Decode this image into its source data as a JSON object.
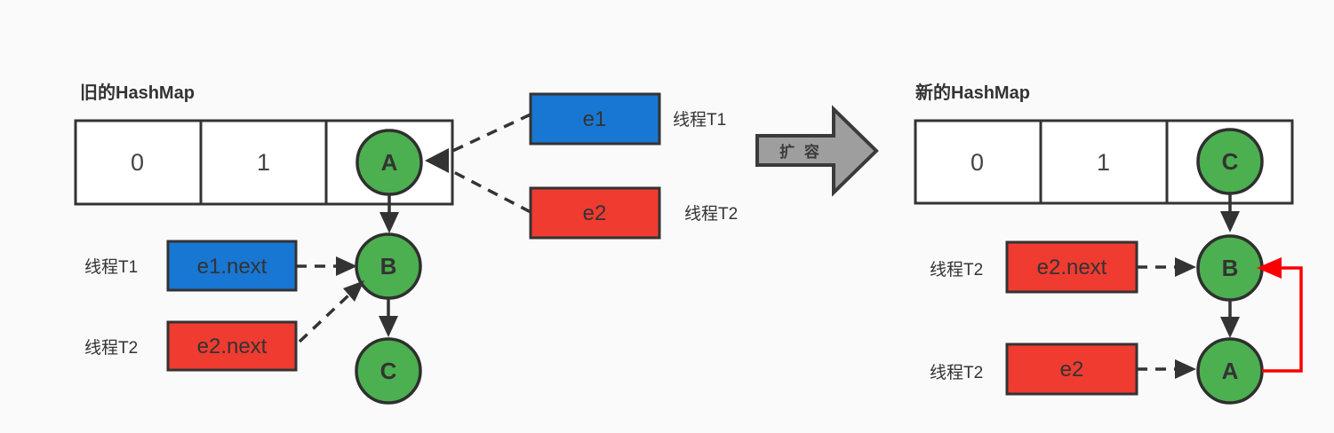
{
  "colors": {
    "background": "#fafafa",
    "node_green": "#4caf50",
    "pointer_blue": "#1877d2",
    "pointer_red": "#f03b30",
    "resize_gray": "#9e9e9e",
    "loop_red": "#fb0000",
    "stroke_dark": "#333333"
  },
  "old_map": {
    "title": "旧的HashMap",
    "cells": [
      "0",
      "1"
    ],
    "nodes": {
      "a": "A",
      "b": "B",
      "c": "C"
    },
    "e1": {
      "label": "e1",
      "thread": "线程T1"
    },
    "e2": {
      "label": "e2",
      "thread": "线程T2"
    },
    "e1_next": {
      "label": "e1.next",
      "thread": "线程T1"
    },
    "e2_next": {
      "label": "e2.next",
      "thread": "线程T2"
    }
  },
  "resize": {
    "label": "扩 容"
  },
  "new_map": {
    "title": "新的HashMap",
    "cells": [
      "0",
      "1"
    ],
    "nodes": {
      "c": "C",
      "b": "B",
      "a": "A"
    },
    "e2_next": {
      "label": "e2.next",
      "thread": "线程T2"
    },
    "e2": {
      "label": "e2",
      "thread": "线程T2"
    }
  }
}
